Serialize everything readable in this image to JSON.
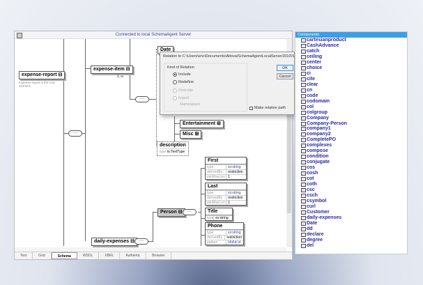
{
  "window": {
    "status": "Connected to local SchemaAgent Server"
  },
  "schema": {
    "root": {
      "name": "expense-report",
      "annotation": "expense-report is the root element."
    },
    "item": {
      "name": "expense-item",
      "occurs": "1..∞"
    },
    "date": "Date",
    "entertainment": "Entertainment",
    "misc": "Misc",
    "description": {
      "name": "description",
      "type_label": "type",
      "type": "ts:TextType"
    },
    "person": "Person",
    "daily": "daily-expenses",
    "first": {
      "name": "First",
      "rows": [
        [
          "type",
          "xs:string"
        ],
        [
          "derivedBy",
          "restriction"
        ],
        [
          "minMaxLen",
          "1"
        ]
      ]
    },
    "last": {
      "name": "Last",
      "rows": [
        [
          "type",
          "xs:string"
        ],
        [
          "derivedBy",
          "restriction"
        ],
        [
          "minMaxLen",
          "1"
        ]
      ]
    },
    "title": {
      "name": "Title",
      "rows": [
        [
          "type",
          "xs:string"
        ]
      ]
    },
    "phone": {
      "name": "Phone",
      "rows": [
        [
          "type",
          "xs:string"
        ],
        [
          "derivedBy",
          "restriction"
        ],
        [
          "pattern",
          "\\d\\d\\d-\\d"
        ]
      ]
    },
    "seq": "····"
  },
  "dialog": {
    "title": "Relation to C:\\Users\\enc\\Documents\\Altova\\SchemaAgentLocalServer2010\\Sch...",
    "group": "Kind of Relation",
    "options": [
      {
        "label": "Include",
        "selected": true,
        "enabled": true
      },
      {
        "label": "Redefine",
        "enabled": true
      },
      {
        "label": "Override",
        "enabled": false
      },
      {
        "label": "Import",
        "enabled": false
      }
    ],
    "namespace": "Namespace",
    "ok": "OK",
    "cancel": "Cancel",
    "relative": "Make relative path"
  },
  "tabs": [
    "Text",
    "Grid",
    "Schema",
    "WSDL",
    "XBRL",
    "Authentic",
    "Browser"
  ],
  "active_tab": "Schema",
  "components": {
    "title": "Components",
    "accent": "#3c9ee8",
    "items": [
      "cartesianproduct",
      "CashAdvance",
      "catch",
      "ceiling",
      "center",
      "choice",
      "ci",
      "cite",
      "clear",
      "cn",
      "code",
      "codomain",
      "col",
      "colgroup",
      "Company",
      "Company-Person",
      "company1",
      "company2",
      "CompletePO",
      "complexes",
      "compose",
      "condition",
      "conjugate",
      "cos",
      "cosh",
      "cot",
      "coth",
      "csc",
      "csch",
      "csymbol",
      "curl",
      "Customer",
      "daily-expenses",
      "Date",
      "dd",
      "declare",
      "degree",
      "del"
    ]
  }
}
